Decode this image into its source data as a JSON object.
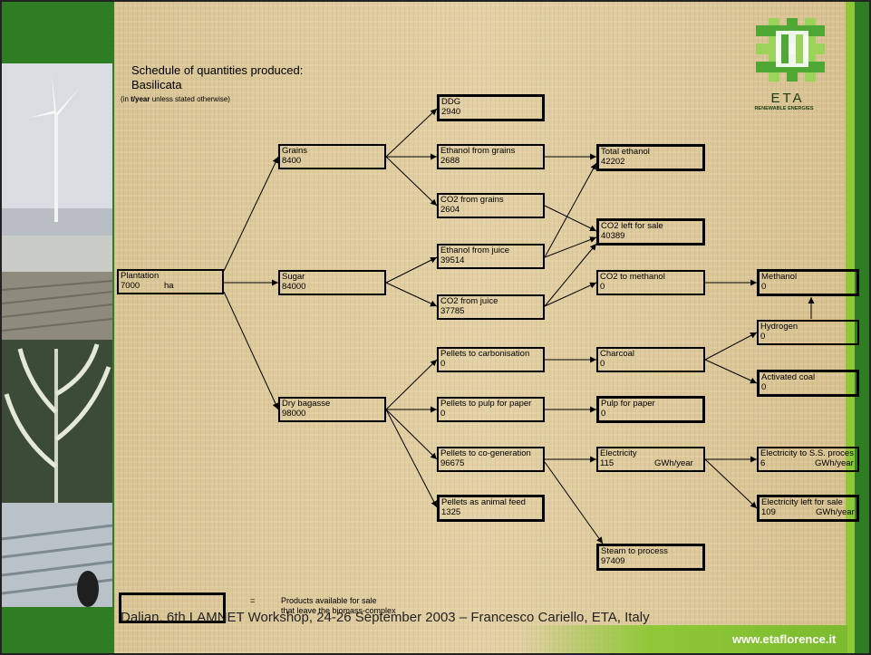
{
  "header": {
    "title_line1": "Schedule of quantities produced:",
    "title_line2": "Basilicata",
    "subnote_prefix": "(in ",
    "subnote_bold": "t/year",
    "subnote_suffix": " unless stated otherwise)"
  },
  "logo": {
    "text": "ETA",
    "subtitle": "RENEWABLE ENERGIES"
  },
  "nodes": {
    "plantation": {
      "label": "Plantation",
      "value": "7000",
      "unit": "ha"
    },
    "grains": {
      "label": "Grains",
      "value": "8400"
    },
    "sugar": {
      "label": "Sugar",
      "value": "84000"
    },
    "dry_bagasse": {
      "label": "Dry bagasse",
      "value": "98000"
    },
    "ddg": {
      "label": "DDG",
      "value": "2940"
    },
    "ethanol_grains": {
      "label": "Ethanol from grains",
      "value": "2688"
    },
    "co2_grains": {
      "label": "CO2 from grains",
      "value": "2604"
    },
    "ethanol_juice": {
      "label": "Ethanol from juice",
      "value": "39514"
    },
    "co2_juice": {
      "label": "CO2 from juice",
      "value": "37785"
    },
    "pellets_carbonisation": {
      "label": "Pellets to carbonisation",
      "value": "0"
    },
    "pellets_pulp": {
      "label": "Pellets to pulp for paper",
      "value": "0"
    },
    "pellets_cogen": {
      "label": "Pellets to co-generation",
      "value": "96675"
    },
    "pellets_feed": {
      "label": "Pellets as animal feed",
      "value": "1325"
    },
    "total_ethanol": {
      "label": "Total ethanol",
      "value": "42202"
    },
    "co2_sale": {
      "label": "CO2 left for sale",
      "value": "40389"
    },
    "co2_methanol": {
      "label": "CO2 to methanol",
      "value": "0"
    },
    "charcoal": {
      "label": "Charcoal",
      "value": "0"
    },
    "pulp_paper": {
      "label": "Pulp for paper",
      "value": "0"
    },
    "electricity": {
      "label": "Electricity",
      "value": "115",
      "unit": "GWh/year"
    },
    "steam": {
      "label": "Steam to process",
      "value": "97409"
    },
    "methanol": {
      "label": "Methanol",
      "value": "0"
    },
    "hydrogen": {
      "label": "Hydrogen",
      "value": "0"
    },
    "activated_coal": {
      "label": "Activated coal",
      "value": "0"
    },
    "elec_ss": {
      "label": "Electricity to S.S. proces",
      "value": "6",
      "unit": "GWh/year"
    },
    "elec_sale": {
      "label": "Electricity left for sale",
      "value": "109",
      "unit": "GWh/year"
    }
  },
  "legend": {
    "equals": "=",
    "line1": "Products available for sale",
    "line2": "that leave the biomass-complex"
  },
  "footer": {
    "text": "Dalian, 6th LAMNET Workshop, 24-26 September 2003 – Francesco Cariello, ETA,  Italy",
    "url": "www.etaflorence.it"
  }
}
